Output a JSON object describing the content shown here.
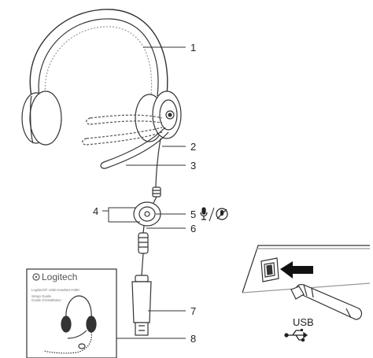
{
  "callouts": [
    {
      "id": "1",
      "label": "1"
    },
    {
      "id": "2",
      "label": "2"
    },
    {
      "id": "3",
      "label": "3"
    },
    {
      "id": "4",
      "label": "4"
    },
    {
      "id": "5",
      "label": "5"
    },
    {
      "id": "6",
      "label": "6"
    },
    {
      "id": "7",
      "label": "7"
    },
    {
      "id": "8",
      "label": "8"
    }
  ],
  "guide": {
    "brand": "Logitech",
    "product": "Logitech® USB Headset H390",
    "line1": "Setup Guide",
    "line2": "Guide d'installation"
  },
  "usb": {
    "label": "USB"
  },
  "icons": [
    "microphone-icon",
    "mute-icon",
    "usb-symbol-icon",
    "insert-arrow-icon",
    "logitech-logo-icon"
  ]
}
